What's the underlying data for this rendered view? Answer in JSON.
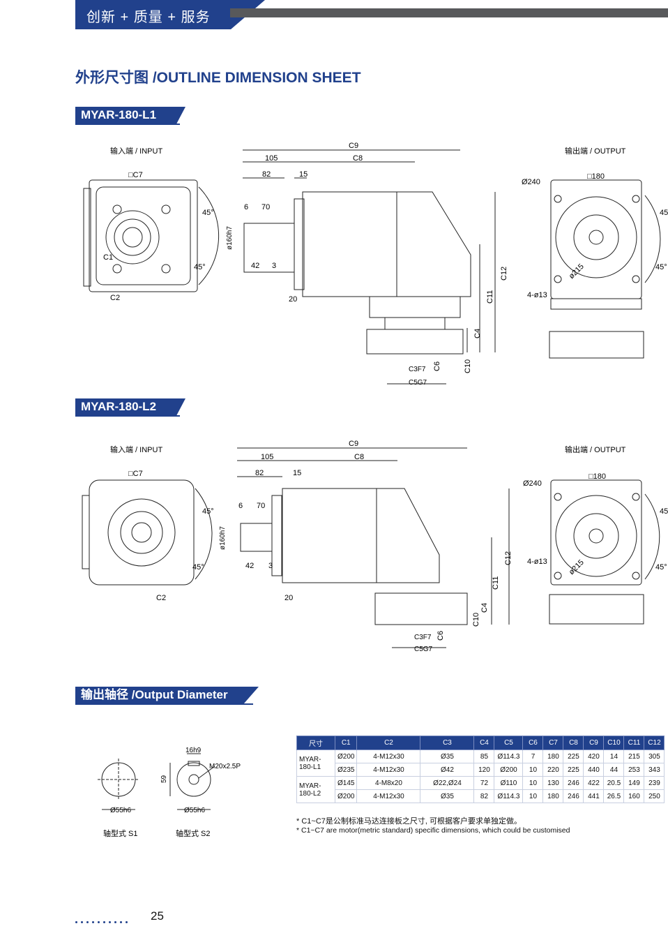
{
  "header": {
    "tab_text": "创新 + 质量 + 服务"
  },
  "page_title": "外形尺寸图 /OUTLINE DIMENSION SHEET",
  "models": [
    {
      "name": "MYAR-180-L1"
    },
    {
      "name": "MYAR-180-L2"
    }
  ],
  "drawing_labels": {
    "input": "输入端 / INPUT",
    "output": "输出端 / OUTPUT",
    "c7_square": "□C7",
    "c2": "C2",
    "c1": "C1",
    "angle45": "45°",
    "c9": "C9",
    "d105": "105",
    "c8": "C8",
    "d82": "82",
    "d15": "15",
    "d6": "6",
    "d70": "70",
    "d160": "ø160h7",
    "d42": "42",
    "d3": "3",
    "d20": "20",
    "c12": "C12",
    "c11": "C11",
    "c4": "C4",
    "c10": "C10",
    "c6": "C6",
    "c3": "C3F7",
    "c5": "C5G7",
    "d240": "Ø240",
    "sq180": "□180",
    "d215": "ø215",
    "holes": "4-ø13"
  },
  "output_section": {
    "title": "输出轴径 /Output Diameter",
    "s1_label": "轴型式  S1",
    "s2_label": "轴型式  S2",
    "d55": "Ø55h6",
    "d16": "16h9",
    "d59": "59",
    "thread": "M20x2.5P"
  },
  "table": {
    "headers": [
      "尺寸",
      "C1",
      "C2",
      "C3",
      "C4",
      "C5",
      "C6",
      "C7",
      "C8",
      "C9",
      "C10",
      "C11",
      "C12"
    ],
    "groups": [
      {
        "model": "MYAR-180-L1",
        "rows": [
          [
            "Ø200",
            "4-M12x30",
            "Ø35",
            "85",
            "Ø114.3",
            "7",
            "180",
            "225",
            "420",
            "14",
            "215",
            "305"
          ],
          [
            "Ø235",
            "4-M12x30",
            "Ø42",
            "120",
            "Ø200",
            "10",
            "220",
            "225",
            "440",
            "44",
            "253",
            "343"
          ]
        ]
      },
      {
        "model": "MYAR-180-L2",
        "rows": [
          [
            "Ø145",
            "4-M8x20",
            "Ø22,Ø24",
            "72",
            "Ø110",
            "10",
            "130",
            "246",
            "422",
            "20.5",
            "149",
            "239"
          ],
          [
            "Ø200",
            "4-M12x30",
            "Ø35",
            "82",
            "Ø114.3",
            "10",
            "180",
            "246",
            "441",
            "26.5",
            "160",
            "250"
          ]
        ]
      }
    ]
  },
  "notes": {
    "cn": "* C1~C7是公制标准马达连接板之尺寸, 可根据客户要求单独定做。",
    "en": "* C1~C7 are motor(metric standard) specific dimensions, which could be customised"
  },
  "footer": {
    "page_number": "25"
  },
  "colors": {
    "brand_blue": "#21418c",
    "bar_gray": "#58595b"
  }
}
